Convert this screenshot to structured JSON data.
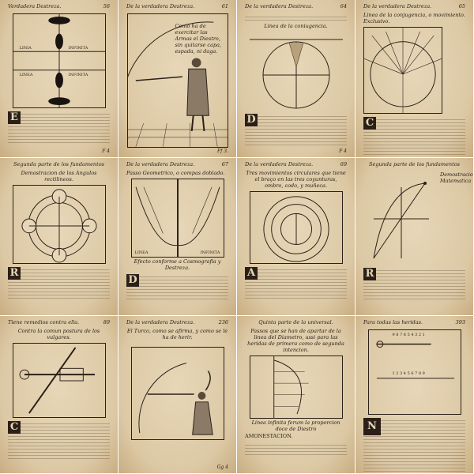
{
  "pages": [
    {
      "header": "Verdadera Destreza.",
      "num": "56",
      "labels": [
        "LINIA",
        "INFINITA",
        "LINEA",
        "INFINITA"
      ],
      "drop": "E",
      "footer": "F 4"
    },
    {
      "header": "De la verdadera Destreza.",
      "num": "61",
      "caption": "Como ha de exercitar las Armas el Diestro, sin quitarse capa, espada, ni daga.",
      "footer": "Ff 3."
    },
    {
      "header": "De la verdadera Destreza.",
      "num": "64",
      "caption": "Linea de la coniugencia.",
      "drop": "D",
      "footer": "F 4"
    },
    {
      "header": "De la verdadera Destreza.",
      "num": "65",
      "caption": "Linea de la conjugencia, o movimiento. Exclusivo.",
      "drop": "C"
    },
    {
      "header": "Segunda parte de los fundamentos",
      "caption": "Demostracion de los Angulos rectilineos.",
      "drop": "R"
    },
    {
      "header": "De la verdadera Destreza.",
      "num": "67",
      "caption": "Passo Geometrico, o compas doblado.",
      "labels": [
        "LINEA",
        "INFINITA"
      ],
      "footer_caption": "Efecto conforme a Cosmografia y Destreza.",
      "drop": "D"
    },
    {
      "header": "De la verdadera Destreza.",
      "num": "69",
      "caption": "Tres movimientos circulares que tiene el braço en las tres coyunturas, ombro, codo, y muñeca.",
      "drop": "A"
    },
    {
      "header": "Segunda parte de los fundamentos",
      "caption": "Demostracion Matematica",
      "drop": "R"
    },
    {
      "header": "Tiene remedios contra ella.",
      "num": "89",
      "caption": "Contra la comun postura de los vulgares.",
      "drop": "C"
    },
    {
      "header": "De la verdadera Destreza.",
      "num": "236",
      "caption": "El Turco, como se afirma, y como se le ha de herir.",
      "footer": "Gg 4"
    },
    {
      "header": "Quinta parte de la universal.",
      "caption": "Passos que se han de apartar de la linea del Diametro, assi para las heridas de primera como de segunda intencion.",
      "footer_caption": "Linea infinita ferum la proporcion doce de Diestro",
      "amonestacion": "AMONESTACION."
    },
    {
      "header": "Para todas las heridas.",
      "num": "393",
      "scale_top": "9 8 7 6 5 4 3 2 1",
      "scale_bottom": "1 2 3 4 5 6 7 8 9",
      "drop": "N"
    }
  ]
}
